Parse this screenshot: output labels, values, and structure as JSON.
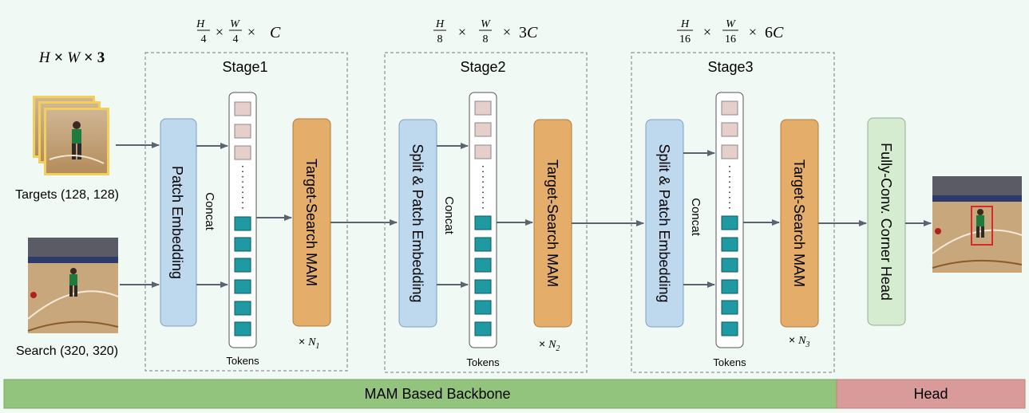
{
  "input_dims": {
    "h": "H",
    "w": "W",
    "c": "3"
  },
  "targets_label": "Targets (128, 128)",
  "search_label": "Search (320, 320)",
  "stages": [
    {
      "title": "Stage1",
      "dim_h": "H",
      "dim_h_div": "4",
      "dim_w": "W",
      "dim_w_div": "4",
      "dim_c_mult": "",
      "embed_label": "Patch Embedding",
      "concat_label": "Concat",
      "tokens_label": "Tokens",
      "mam_label": "Target-Search MAM",
      "repeat_sym": "N",
      "repeat_sub": "1"
    },
    {
      "title": "Stage2",
      "dim_h": "H",
      "dim_h_div": "8",
      "dim_w": "W",
      "dim_w_div": "8",
      "dim_c_mult": "3",
      "embed_label": "Split & Patch Embedding",
      "concat_label": "Concat",
      "tokens_label": "Tokens",
      "mam_label": "Target-Search MAM",
      "repeat_sym": "N",
      "repeat_sub": "2"
    },
    {
      "title": "Stage3",
      "dim_h": "H",
      "dim_h_div": "16",
      "dim_w": "W",
      "dim_w_div": "16",
      "dim_c_mult": "6",
      "embed_label": "Split & Patch Embedding",
      "concat_label": "Concat",
      "tokens_label": "Tokens",
      "mam_label": "Target-Search MAM",
      "repeat_sym": "N",
      "repeat_sub": "3"
    }
  ],
  "head_label": "Fully-Conv. Corner Head",
  "backbone_bar": "MAM Based Backbone",
  "head_bar": "Head",
  "colors": {
    "background": "#f1f9f5",
    "embed_fill": "#bed8ee",
    "embed_stroke": "#7e9fc0",
    "mam_fill": "#e4ad6a",
    "mam_stroke": "#b07a3b",
    "head_fill": "#d6ecd0",
    "head_stroke": "#93b08c",
    "target_token": "#e6cfcb",
    "search_token": "#1f9aa3",
    "backbone_bar": "#93c47d",
    "head_bar": "#d99a9a",
    "arrow": "#5a6470",
    "bbox": "#d42a2a"
  }
}
